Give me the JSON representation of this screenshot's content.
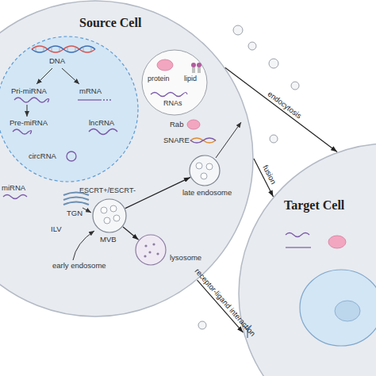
{
  "diagram": {
    "nodes": [
      {
        "text": [
          "Source Cell"
        ]
      },
      {
        "text": [
          "DNA",
          "Pri-miRNA",
          "mRNA",
          "Pre-miRNA",
          "lncRNA",
          "circRNA"
        ],
        "in": 0
      },
      {
        "text": [
          "protein",
          "lipid",
          "RNAs"
        ],
        "in": 0
      },
      {
        "text": [
          "ESCRT+/ESCRT-",
          "MVB"
        ],
        "in": 0
      },
      {
        "text": [
          "late endosome"
        ],
        "in": 0
      },
      {
        "text": [
          "lysosome"
        ],
        "in": 0
      },
      {
        "text": [
          "Target Cell"
        ]
      }
    ],
    "edges": [
      {
        "from": 3,
        "to": 4,
        "arrow": "to"
      },
      {
        "from": 3,
        "to": 5,
        "arrow": "to"
      },
      {
        "from": 0,
        "to": 6,
        "label": "endocytosis",
        "arrow": "to"
      },
      {
        "from": 0,
        "to": 6,
        "label": "fusion",
        "arrow": "to"
      },
      {
        "from": 0,
        "to": 6,
        "label": "receptor-ligand interaction",
        "arrow": "to"
      }
    ],
    "labels": [
      "miRNA",
      "TGN",
      "ILV",
      "early endosome",
      "Rab",
      "SNARE"
    ]
  }
}
